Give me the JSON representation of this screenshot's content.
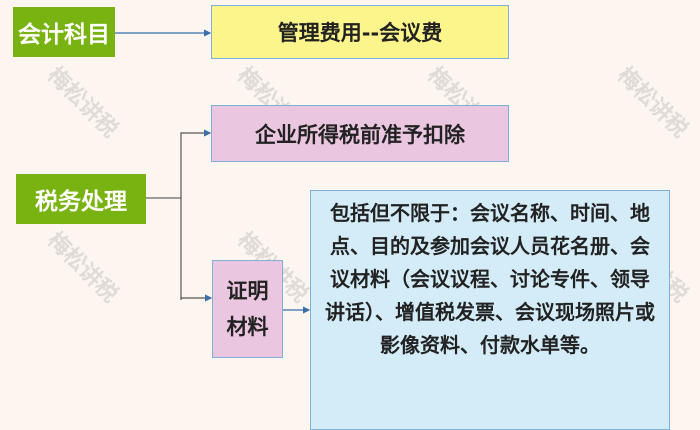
{
  "accounting_subject": {
    "label": "会计科目",
    "value": "管理费用--会议费"
  },
  "tax_treatment": {
    "label": "税务处理",
    "deduction": "企业所得税前准予扣除",
    "evidence_label": "证明材料",
    "evidence_detail": "包括但不限于：会议名称、时间、地点、目的及参加会议人员花名册、会议材料（会议议程、讨论专件、领导讲话）、增值税发票、会议现场照片或影像资料、付款水单等。"
  },
  "watermark": "梅松讲税",
  "colors": {
    "green": "#78b312",
    "yellow": "#fbf58b",
    "pink": "#ebc6e0",
    "blue": "#d3ecf8"
  }
}
